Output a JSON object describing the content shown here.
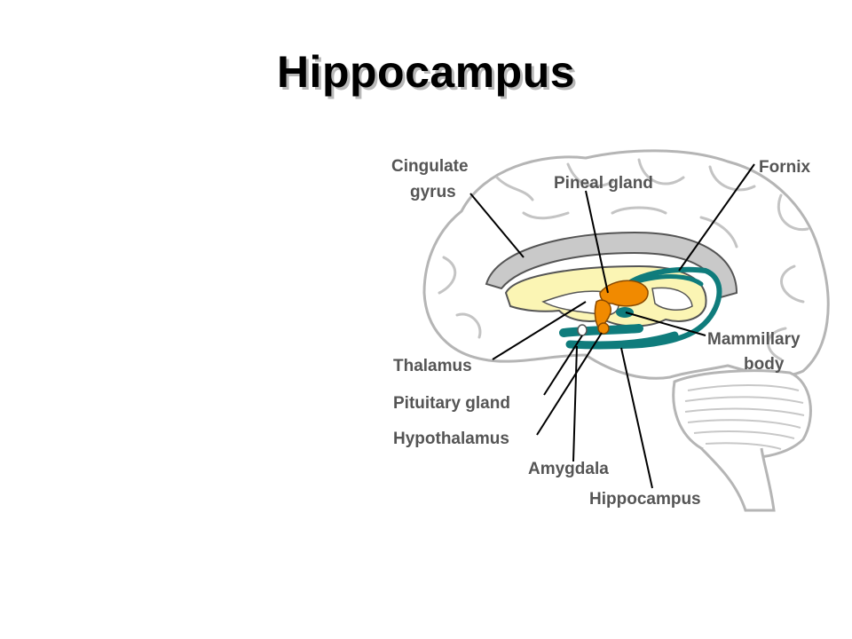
{
  "slide": {
    "title": "Hippocampus"
  },
  "diagram": {
    "labels": {
      "cingulate_gyrus_line1": "Cingulate",
      "cingulate_gyrus_line2": "gyrus",
      "pineal_gland": "Pineal gland",
      "fornix": "Fornix",
      "mammillary_body_line1": "Mammillary",
      "mammillary_body_line2": "body",
      "thalamus": "Thalamus",
      "pituitary_gland": "Pituitary gland",
      "hypothalamus": "Hypothalamus",
      "amygdala": "Amygdala",
      "hippocampus": "Hippocampus"
    },
    "colors": {
      "brain_outline": "#b5b5b5",
      "cingulate_gyrus": "#c9c9c9",
      "thalamus_region": "#fbf5b4",
      "pineal_hypothalamus": "#f18a00",
      "hippocampus_fornix": "#0f7c7c",
      "label_text": "#555555",
      "leader_lines": "#000000"
    }
  }
}
